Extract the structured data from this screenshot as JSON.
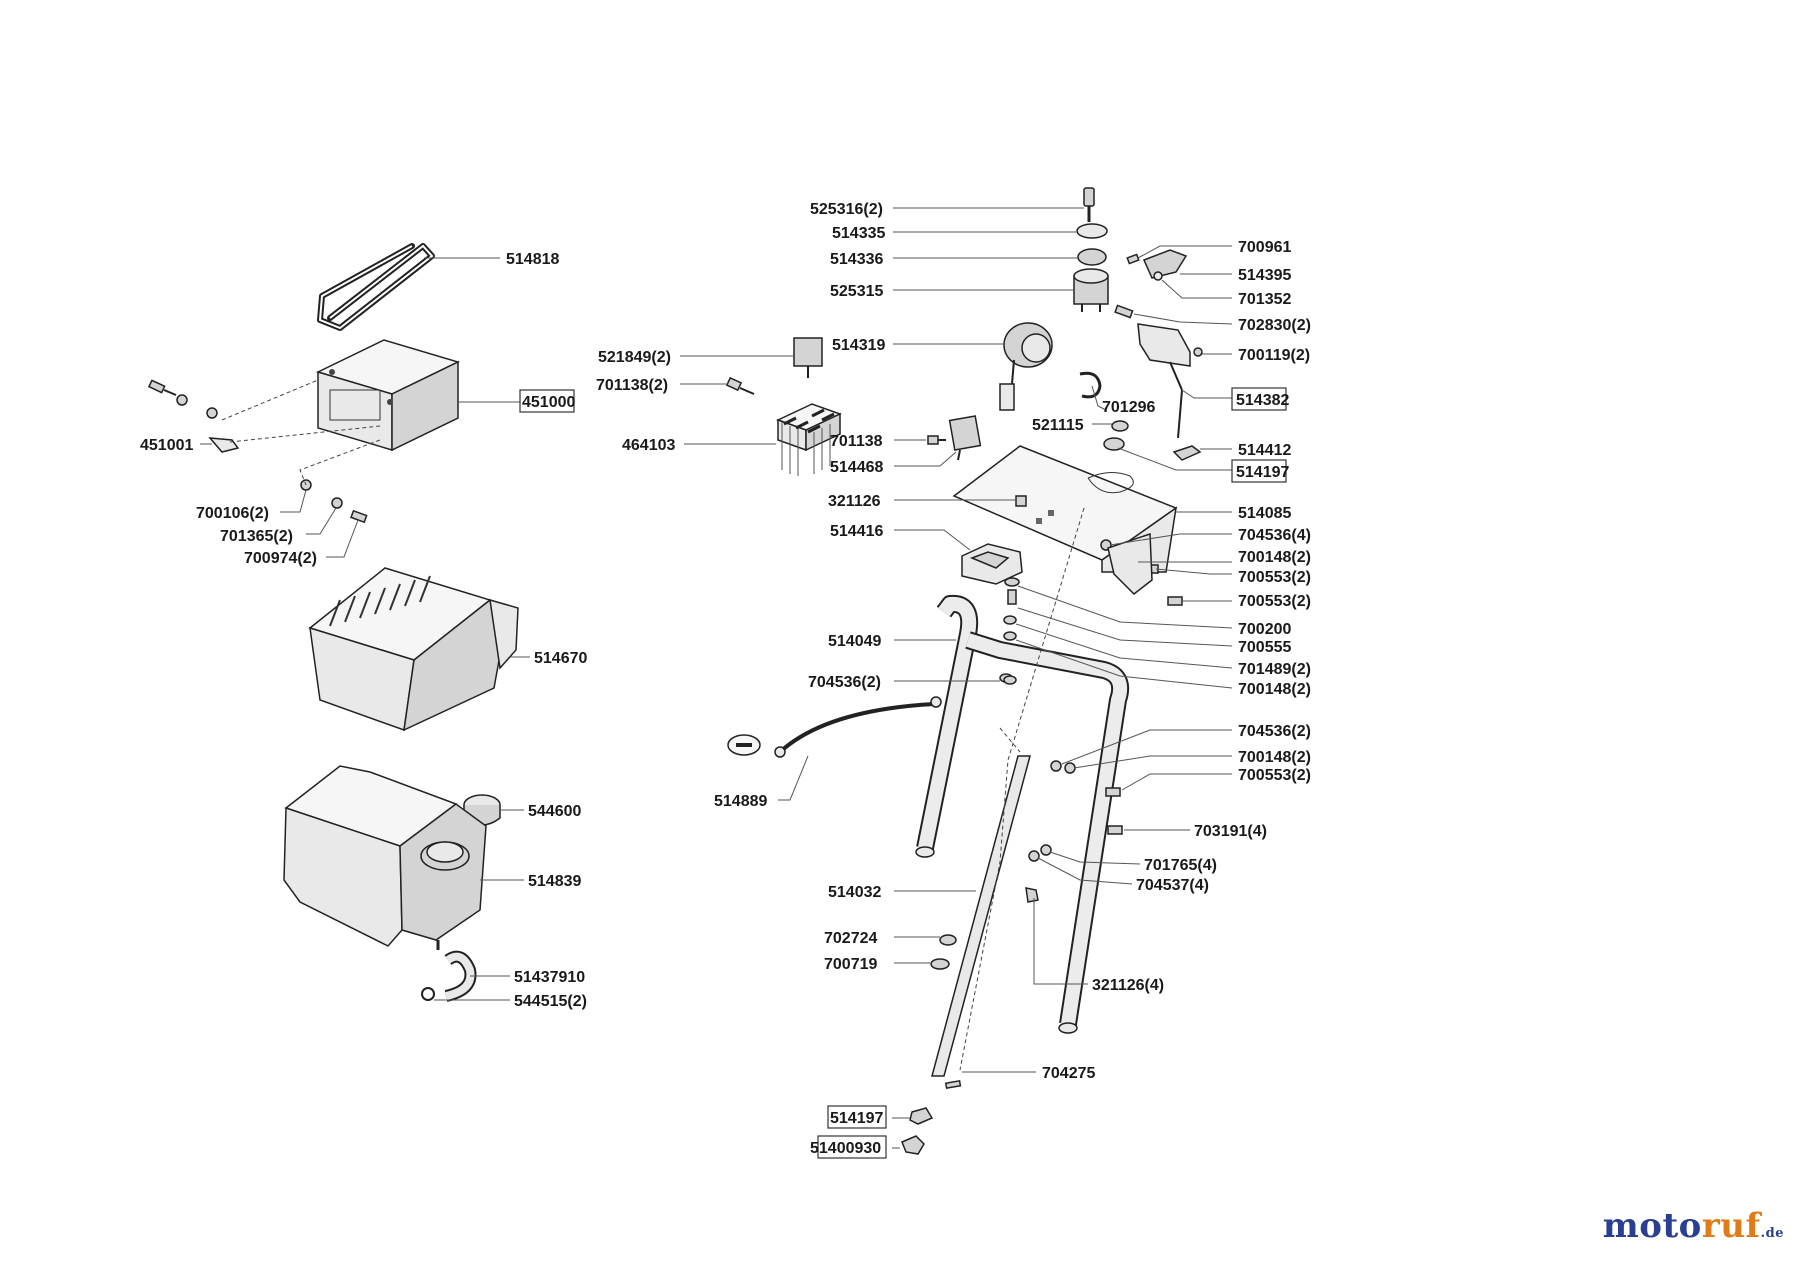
{
  "labels": {
    "l514818": "514818",
    "l451000": "451000",
    "l451001": "451001",
    "l700106": "700106(2)",
    "l701365": "701365(2)",
    "l700974": "700974(2)",
    "l514670": "514670",
    "l544600": "544600",
    "l514839": "514839",
    "l51437910": "51437910",
    "l544515": "544515(2)",
    "l525316": "525316(2)",
    "l514335": "514335",
    "l514336": "514336",
    "l525315": "525315",
    "l514319": "514319",
    "l521849": "521849(2)",
    "l701138a": "701138(2)",
    "l464103": "464103",
    "l701138b": "701138",
    "l514468": "514468",
    "l321126": "321126",
    "l514416": "514416",
    "l700961": "700961",
    "l514395": "514395",
    "l701352": "701352",
    "l702830": "702830(2)",
    "l700119": "700119(2)",
    "l514382": "514382",
    "l701296": "701296",
    "l521115": "521115",
    "l514412": "514412",
    "l514197a": "514197",
    "l514085": "514085",
    "l704536a": "704536(4)",
    "l700148a": "700148(2)",
    "l700553a": "700553(2)",
    "l700553b": "700553(2)",
    "l700200": "700200",
    "l700555": "700555",
    "l701489": "701489(2)",
    "l700148b": "700148(2)",
    "l514049": "514049",
    "l704536b": "704536(2)",
    "l514889": "514889",
    "l704536c": "704536(2)",
    "l700148c": "700148(2)",
    "l700553c": "700553(2)",
    "l703191": "703191(4)",
    "l701765": "701765(4)",
    "l704537": "704537(4)",
    "l514032": "514032",
    "l702724": "702724",
    "l700719": "700719",
    "l321126b": "321126(4)",
    "l704275": "704275",
    "l514197b": "514197",
    "l51400930": "51400930"
  },
  "brand": {
    "part1": "moto",
    "part2": "ruf",
    "suffix": ".de"
  },
  "colors": {
    "brand_blue": "#2a3f8f",
    "brand_orange": "#e07b17"
  }
}
